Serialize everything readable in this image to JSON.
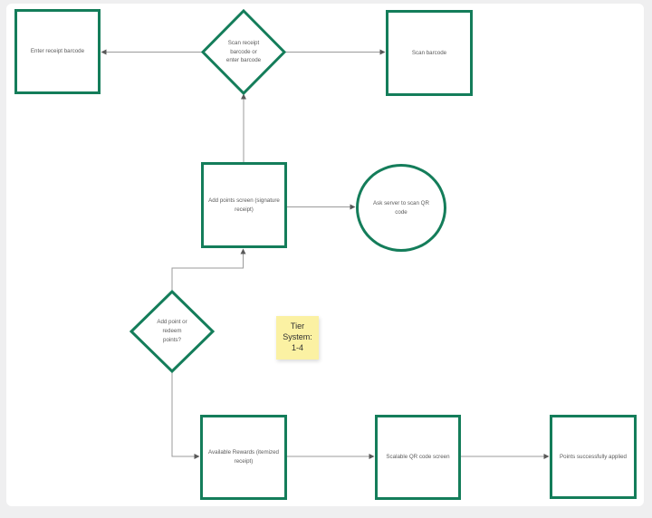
{
  "colors": {
    "accent": "#147D5A",
    "connector": "#9B9B9B",
    "arrow": "#595959",
    "label_text": "#5B5B5B",
    "sticky_bg": "#FBF1A3",
    "sticky_text": "#303030",
    "page_bg": "#ffffff",
    "screen_bg": "#EFEFF0"
  },
  "diagram": {
    "nodes": [
      {
        "id": "enter-receipt-barcode",
        "type": "rectangle",
        "label": "Enter receipt barcode"
      },
      {
        "id": "scan-receipt-decision",
        "type": "diamond",
        "label": "Scan receipt barcode or enter barcode"
      },
      {
        "id": "scan-barcode",
        "type": "rectangle",
        "label": "Scan barcode"
      },
      {
        "id": "add-points-screen",
        "type": "rectangle",
        "label": "Add points screen (signature receipt)"
      },
      {
        "id": "ask-server-qr",
        "type": "circle",
        "label": "Ask server to scan QR code"
      },
      {
        "id": "add-or-redeem-decision",
        "type": "diamond",
        "label": "Add point or redeem points?"
      },
      {
        "id": "tier-system-note",
        "type": "sticky-note",
        "label": "Tier\nSystem:\n1-4"
      },
      {
        "id": "available-rewards",
        "type": "rectangle",
        "label": "Available Rewards (itemized receipt)"
      },
      {
        "id": "scalable-qr-screen",
        "type": "rectangle",
        "label": "Scalable QR code screen"
      },
      {
        "id": "points-applied",
        "type": "rectangle",
        "label": "Points successfully applied"
      }
    ],
    "edges": [
      {
        "from": "scan-receipt-decision",
        "to": "enter-receipt-barcode"
      },
      {
        "from": "scan-receipt-decision",
        "to": "scan-barcode"
      },
      {
        "from": "add-points-screen",
        "to": "scan-receipt-decision"
      },
      {
        "from": "add-points-screen",
        "to": "ask-server-qr"
      },
      {
        "from": "add-or-redeem-decision",
        "to": "add-points-screen"
      },
      {
        "from": "add-or-redeem-decision",
        "to": "available-rewards"
      },
      {
        "from": "available-rewards",
        "to": "scalable-qr-screen"
      },
      {
        "from": "scalable-qr-screen",
        "to": "points-applied"
      }
    ]
  }
}
